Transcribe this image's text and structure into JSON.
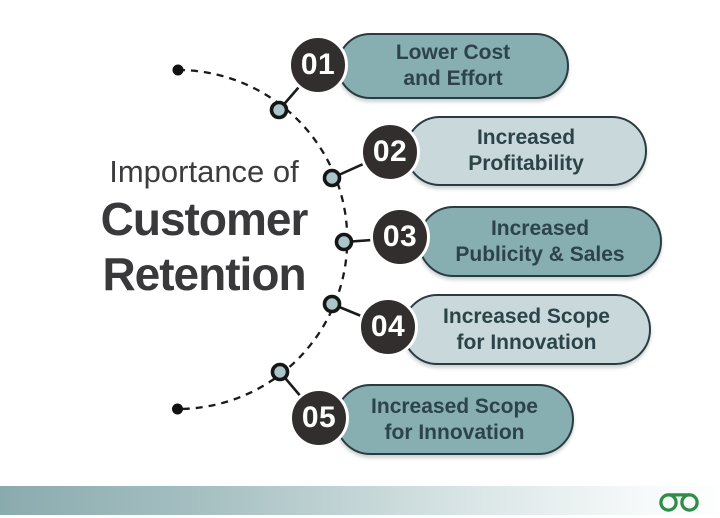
{
  "title": {
    "line1": "Importance of",
    "line2": "Customer",
    "line3": "Retention"
  },
  "items": [
    {
      "number": "01",
      "label_line1": "Lower Cost",
      "label_line2": "and Effort",
      "tone": "teal"
    },
    {
      "number": "02",
      "label_line1": "Increased",
      "label_line2": "Profitability",
      "tone": "light"
    },
    {
      "number": "03",
      "label_line1": "Increased",
      "label_line2": "Publicity & Sales",
      "tone": "teal"
    },
    {
      "number": "04",
      "label_line1": "Increased Scope",
      "label_line2": "for Innovation",
      "tone": "light"
    },
    {
      "number": "05",
      "label_line1": "Increased Scope",
      "label_line2": "for Innovation",
      "tone": "teal"
    }
  ],
  "colors": {
    "teal_pill": "#87aeb1",
    "light_pill": "#c9d9db",
    "number_circle": "#322e2e",
    "pill_text": "#2d434a",
    "title_text": "#39393b",
    "logo_green": "#2f8d46",
    "footer_bar_left": "#8aabae"
  },
  "footer": {
    "logo_name": "geeksforgeeks-logo"
  }
}
